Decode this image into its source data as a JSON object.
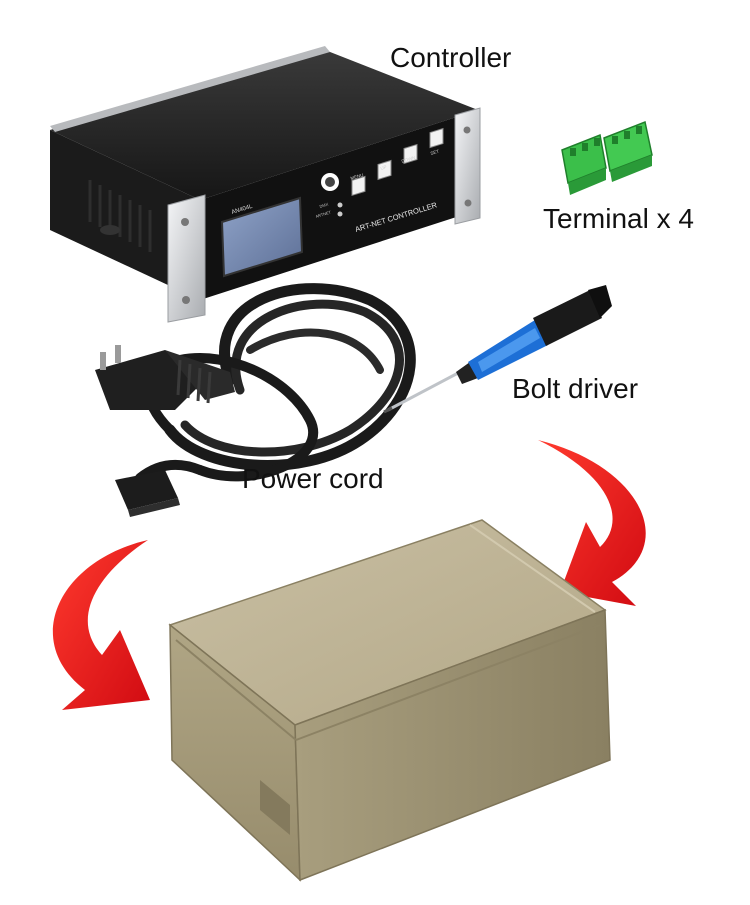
{
  "labels": {
    "controller": "Controller",
    "terminal": "Terminal x 4",
    "bolt_driver": "Bolt driver",
    "power_cord": "Power cord"
  },
  "device": {
    "model": "AN404L",
    "panel_title": "ART-NET CONTROLLER",
    "buttons": [
      "MENU",
      "UP",
      "DOWN",
      "SET"
    ],
    "leds": [
      "DMX",
      "ARTNET"
    ]
  },
  "colors": {
    "arrow_red": "#e4141b",
    "box_cardboard": "#b9ae8e",
    "terminal_green": "#3bbf4a",
    "driver_blue": "#1d6fd6",
    "housing_black": "#141414",
    "bracket_silver": "#d9dadc"
  }
}
